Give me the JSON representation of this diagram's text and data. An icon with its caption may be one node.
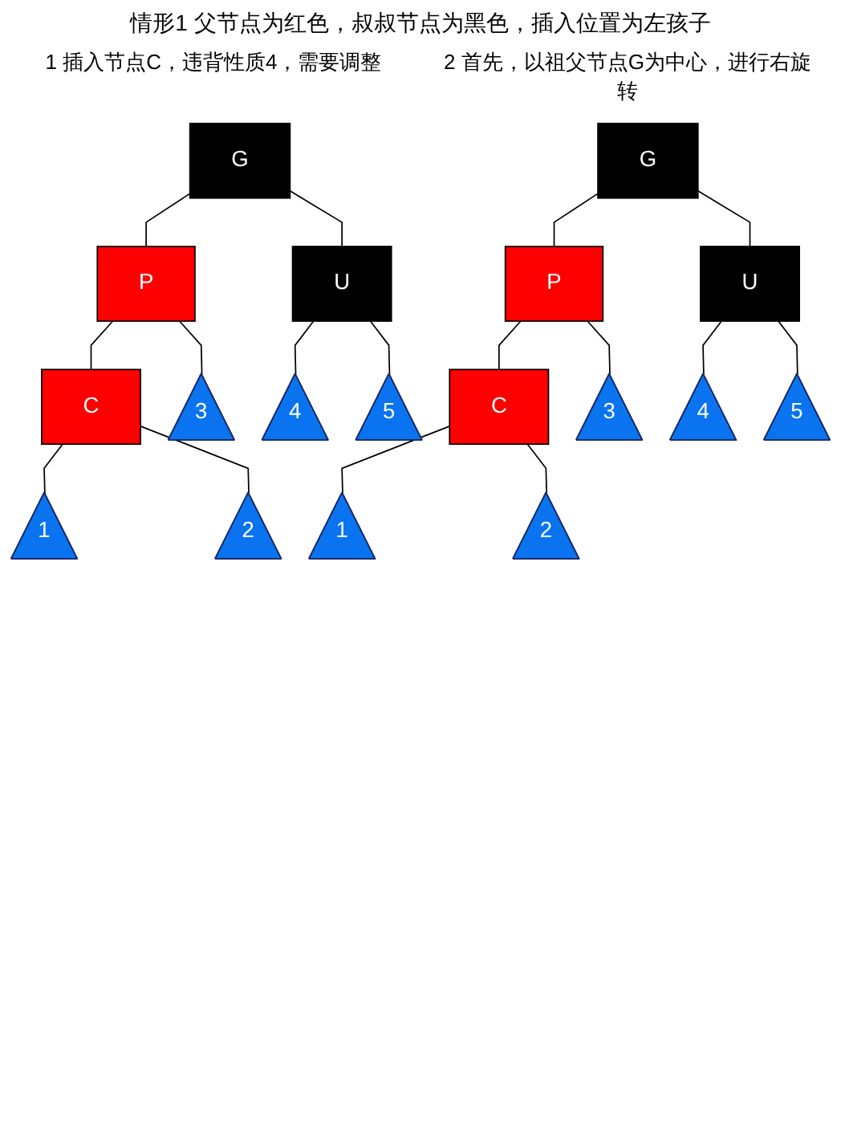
{
  "diagram": {
    "title": "情形1 父节点为红色，叔叔节点为黑色，插入位置为左孩子",
    "nodes": [
      {
        "text": [
          "G"
        ]
      },
      {
        "text": [
          "P"
        ]
      },
      {
        "text": [
          "U"
        ]
      },
      {
        "text": [
          "C"
        ]
      },
      {
        "text": [
          "3"
        ]
      },
      {
        "text": [
          "4"
        ]
      },
      {
        "text": [
          "5"
        ]
      },
      {
        "text": [
          "1"
        ]
      },
      {
        "text": [
          "2"
        ]
      },
      {
        "text": [
          "G"
        ]
      },
      {
        "text": [
          "P"
        ]
      },
      {
        "text": [
          "U"
        ]
      },
      {
        "text": [
          "C"
        ]
      },
      {
        "text": [
          "3"
        ]
      },
      {
        "text": [
          "4"
        ]
      },
      {
        "text": [
          "5"
        ]
      },
      {
        "text": [
          "1"
        ]
      },
      {
        "text": [
          "2"
        ]
      }
    ],
    "edges": [
      {
        "from": 0,
        "to": 1,
        "arrow": "none"
      },
      {
        "from": 0,
        "to": 2,
        "arrow": "none"
      },
      {
        "from": 1,
        "to": 3,
        "arrow": "none"
      },
      {
        "from": 1,
        "to": 4,
        "arrow": "none"
      },
      {
        "from": 2,
        "to": 5,
        "arrow": "none"
      },
      {
        "from": 2,
        "to": 6,
        "arrow": "none"
      },
      {
        "from": 3,
        "to": 7,
        "arrow": "none"
      },
      {
        "from": 3,
        "to": 8,
        "arrow": "none"
      },
      {
        "from": 9,
        "to": 10,
        "arrow": "none"
      },
      {
        "from": 9,
        "to": 11,
        "arrow": "none"
      },
      {
        "from": 10,
        "to": 12,
        "arrow": "none"
      },
      {
        "from": 10,
        "to": 13,
        "arrow": "none"
      },
      {
        "from": 11,
        "to": 14,
        "arrow": "none"
      },
      {
        "from": 11,
        "to": 15,
        "arrow": "none"
      },
      {
        "from": 12,
        "to": 16,
        "arrow": "none"
      },
      {
        "from": 12,
        "to": 17,
        "arrow": "none"
      }
    ],
    "labels": [
      "1 插入节点C，违背性质4，需要调整",
      "2 首先，以祖父节点G为中心，进行右旋转"
    ]
  }
}
